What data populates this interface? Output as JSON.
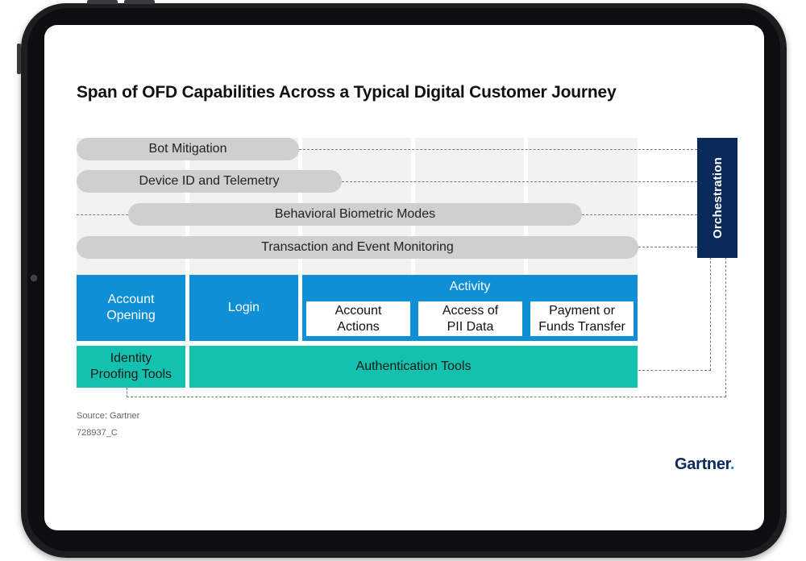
{
  "diagram": {
    "title": "Span of OFD Capabilities Across a Typical Digital Customer Journey",
    "capability_bars": [
      "Bot Mitigation",
      "Device ID and Telemetry",
      "Behavioral Biometric Modes",
      "Transaction and Event Monitoring"
    ],
    "orchestration_label": "Orchestration",
    "journey": {
      "account_opening": "Account Opening",
      "login": "Login",
      "activity": {
        "label": "Activity",
        "items": [
          "Account Actions",
          "Access of PII Data",
          "Payment or Funds Transfer"
        ]
      }
    },
    "tools": {
      "identity_proofing": "Identity Proofing Tools",
      "authentication": "Authentication Tools"
    },
    "source": "Source: Gartner",
    "doc_id": "728937_C",
    "brand": "Gartner"
  },
  "colors": {
    "journey_blue": "#0e8fd6",
    "tools_teal": "#12c1ae",
    "orchestration_navy": "#0a2a5b",
    "bar_gray": "#cfcfcf",
    "column_bg": "#f2f2f2"
  }
}
